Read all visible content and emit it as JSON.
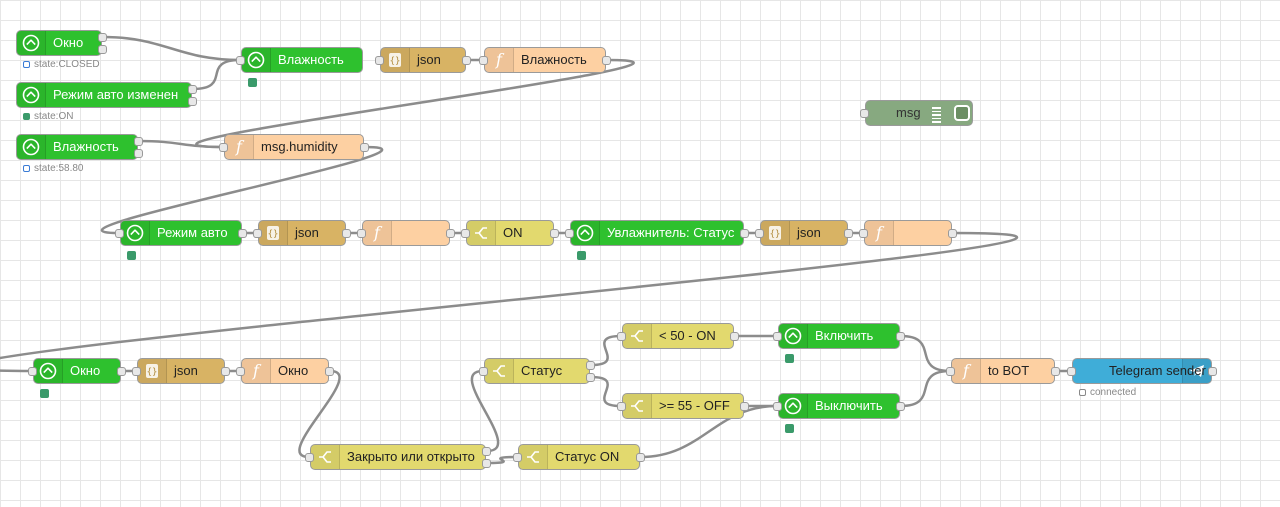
{
  "colors": {
    "ha": "#2ec12e",
    "json": "#d8b364",
    "func": "#fdd0a2",
    "switch": "#e2d96e",
    "telegram": "#3fadd8",
    "debug": "#87a980",
    "wire": "#8c8c8c",
    "badge": "#3a9a6a",
    "status_blue": "#3a7bd5",
    "status_green": "#3a9a6a",
    "status_grey": "#888888"
  },
  "nodes": [
    {
      "id": "okno1",
      "type": "ha",
      "label": "Окно",
      "icon": "home-assistant-icon",
      "status": "state:CLOSED",
      "status_color": "blue"
    },
    {
      "id": "vlazh_in",
      "type": "ha",
      "label": "Влажность",
      "icon": "home-assistant-icon",
      "status": "state:58.80",
      "status_color": "blue"
    },
    {
      "id": "rezhim_izm",
      "type": "ha",
      "label": "Режим авто изменен",
      "icon": "home-assistant-icon",
      "status": "state:ON",
      "status_color": "green"
    },
    {
      "id": "vlazh_ha",
      "type": "ha",
      "label": "Влажность",
      "icon": "home-assistant-icon"
    },
    {
      "id": "json1",
      "type": "json",
      "label": "json",
      "icon": "json-icon"
    },
    {
      "id": "func_vlazh",
      "type": "func",
      "label": "Влажность",
      "icon": "function-icon"
    },
    {
      "id": "msg_hum",
      "type": "func",
      "label": "msg.humidity",
      "icon": "function-icon"
    },
    {
      "id": "debug_msg",
      "type": "debug",
      "label": "msg",
      "icon": "debug-icon"
    },
    {
      "id": "rezhim_avto",
      "type": "ha",
      "label": "Режим авто",
      "icon": "home-assistant-icon"
    },
    {
      "id": "json2",
      "type": "json",
      "label": "json",
      "icon": "json-icon"
    },
    {
      "id": "func_blank1",
      "type": "func",
      "label": "",
      "icon": "function-icon"
    },
    {
      "id": "sw_on",
      "type": "switch",
      "label": "ON",
      "icon": "switch-icon"
    },
    {
      "id": "uvl_status",
      "type": "ha",
      "label": "Увлажнитель: Статус",
      "icon": "home-assistant-icon"
    },
    {
      "id": "json3",
      "type": "json",
      "label": "json",
      "icon": "json-icon"
    },
    {
      "id": "func_blank2",
      "type": "func",
      "label": "",
      "icon": "function-icon"
    },
    {
      "id": "okno2",
      "type": "ha",
      "label": "Окно",
      "icon": "home-assistant-icon"
    },
    {
      "id": "json4",
      "type": "json",
      "label": "json",
      "icon": "json-icon"
    },
    {
      "id": "func_okno",
      "type": "func",
      "label": "Окно",
      "icon": "function-icon"
    },
    {
      "id": "sw_status",
      "type": "switch",
      "label": "Статус",
      "icon": "switch-icon"
    },
    {
      "id": "sw_lt50",
      "type": "switch",
      "label": "< 50 - ON",
      "icon": "switch-icon"
    },
    {
      "id": "sw_ge55",
      "type": "switch",
      "label": ">= 55 - OFF",
      "icon": "switch-icon"
    },
    {
      "id": "vkl",
      "type": "ha",
      "label": "Включить",
      "icon": "home-assistant-icon"
    },
    {
      "id": "vykl",
      "type": "ha",
      "label": "Выключить",
      "icon": "home-assistant-icon"
    },
    {
      "id": "to_bot",
      "type": "func",
      "label": "to BOT",
      "icon": "function-icon"
    },
    {
      "id": "tg",
      "type": "telegram",
      "label": "Telegram sender",
      "icon": "telegram-icon",
      "status": "connected",
      "status_color": "grey"
    },
    {
      "id": "sw_zakr",
      "type": "switch",
      "label": "Закрыто или открыто",
      "icon": "switch-icon"
    },
    {
      "id": "sw_status_on",
      "type": "switch",
      "label": "Статус ON",
      "icon": "switch-icon"
    }
  ]
}
